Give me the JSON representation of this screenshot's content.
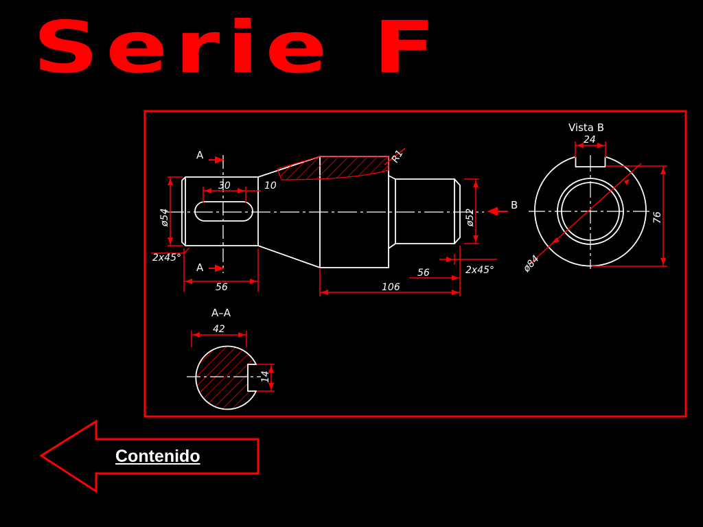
{
  "slide": {
    "title": "Serie F",
    "nav_link": "Contenido"
  },
  "drawing": {
    "labels": {
      "section_top": "A",
      "section_bottom": "A",
      "view_arrow": "B",
      "view_title": "Vista  B",
      "section_title": "A–A"
    },
    "dimensions": {
      "d54": "ø54",
      "d30": "30",
      "d10": "10",
      "r1": "R1",
      "d52": "ø52",
      "cham_left": "2x45°",
      "cham_right": "2x45°",
      "d56_left": "56",
      "d56_right": "56",
      "d106": "106",
      "d24": "24",
      "d76": "76",
      "d84": "ø84",
      "d42": "42",
      "d14": "14"
    }
  },
  "colors": {
    "background": "#000000",
    "accent": "#ff0000",
    "lines": "#ffffff"
  }
}
